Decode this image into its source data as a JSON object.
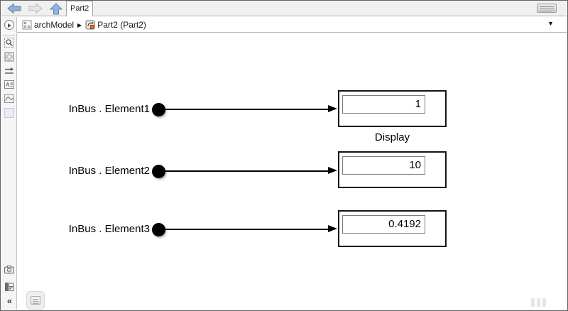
{
  "toolbar": {
    "tab_label": "Part2",
    "nav_icons": [
      "back-arrow",
      "forward-arrow",
      "up-to-parent-arrow"
    ],
    "right_icon": "keyboard-icon"
  },
  "breadcrumb": {
    "root": {
      "label": "archModel",
      "icon": "model-icon"
    },
    "current": {
      "label": "Part2 (Part2)",
      "icon": "subsystem-badge-icon"
    },
    "separator": "▶",
    "dropdown_glyph": "▼"
  },
  "palette": {
    "tools": [
      "explorer-bar-toggle",
      "zoom-region",
      "fit-to-view",
      "pan-arrows",
      "annotation",
      "image-annotation",
      "area-select",
      "viewmark-camera",
      "model-browser"
    ],
    "collapse_glyph": "«"
  },
  "diagram": {
    "rows": [
      {
        "label": "InBus . Element1",
        "value": "1",
        "block_label": "Display"
      },
      {
        "label": "InBus . Element2",
        "value": "10",
        "block_label": ""
      },
      {
        "label": "InBus . Element3",
        "value": "0.4192",
        "block_label": ""
      }
    ]
  },
  "colors": {
    "accent_blue": "#8fb0d9",
    "disabled_gray": "#e4e4e4",
    "subsystem_orange": "#e06c1f",
    "chrome_gray": "#f0f0f0"
  }
}
